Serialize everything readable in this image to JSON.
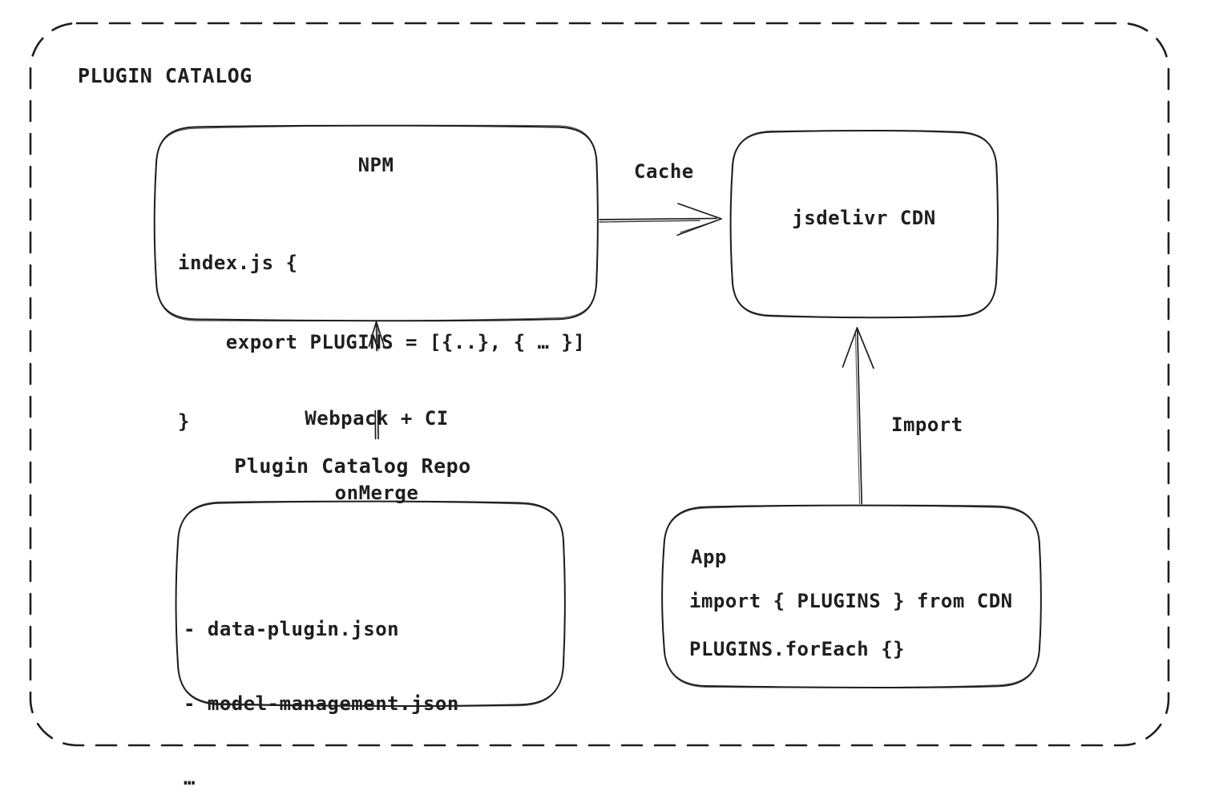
{
  "title": "PLUGIN CATALOG",
  "colors": {
    "stroke": "#1e1e1e",
    "background": "#ffffff"
  },
  "nodes": {
    "npm": {
      "title": "NPM",
      "code": [
        "index.js {",
        "    export PLUGINS = [{..}, { … }]",
        "}"
      ]
    },
    "cdn": {
      "label": "jsdelivr CDN"
    },
    "repo": {
      "label": "Plugin Catalog Repo",
      "files": [
        "- data-plugin.json",
        "- model-management.json",
        "…"
      ]
    },
    "app": {
      "title": "App",
      "code": [
        "import { PLUGINS } from CDN",
        "PLUGINS.forEach {}"
      ]
    }
  },
  "edges": {
    "cache": {
      "label": "Cache",
      "from": "npm",
      "to": "cdn"
    },
    "build": {
      "lines": [
        "Webpack + CI",
        "onMerge"
      ],
      "from": "repo",
      "to": "npm"
    },
    "import": {
      "label": "Import",
      "from": "app",
      "to": "cdn"
    }
  }
}
